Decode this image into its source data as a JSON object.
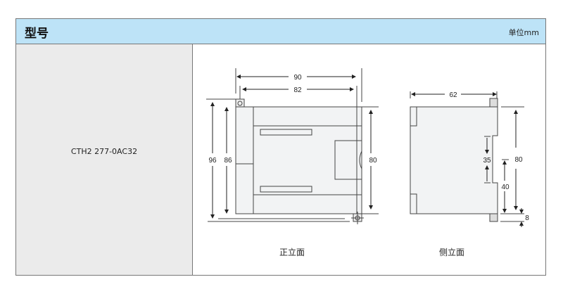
{
  "header": {
    "title": "型号",
    "unit": "单位mm"
  },
  "model": "CTH2 277-0AC32",
  "front_view": {
    "caption": "正立面",
    "dims": {
      "width_total": "90",
      "width_mount": "82",
      "height_total": "96",
      "height_mount": "86",
      "height_body": "80"
    }
  },
  "side_view": {
    "caption": "侧立面",
    "dims": {
      "depth": "62",
      "height_body": "80",
      "rail": "35",
      "rail_offset": "40",
      "tab": "8"
    }
  }
}
